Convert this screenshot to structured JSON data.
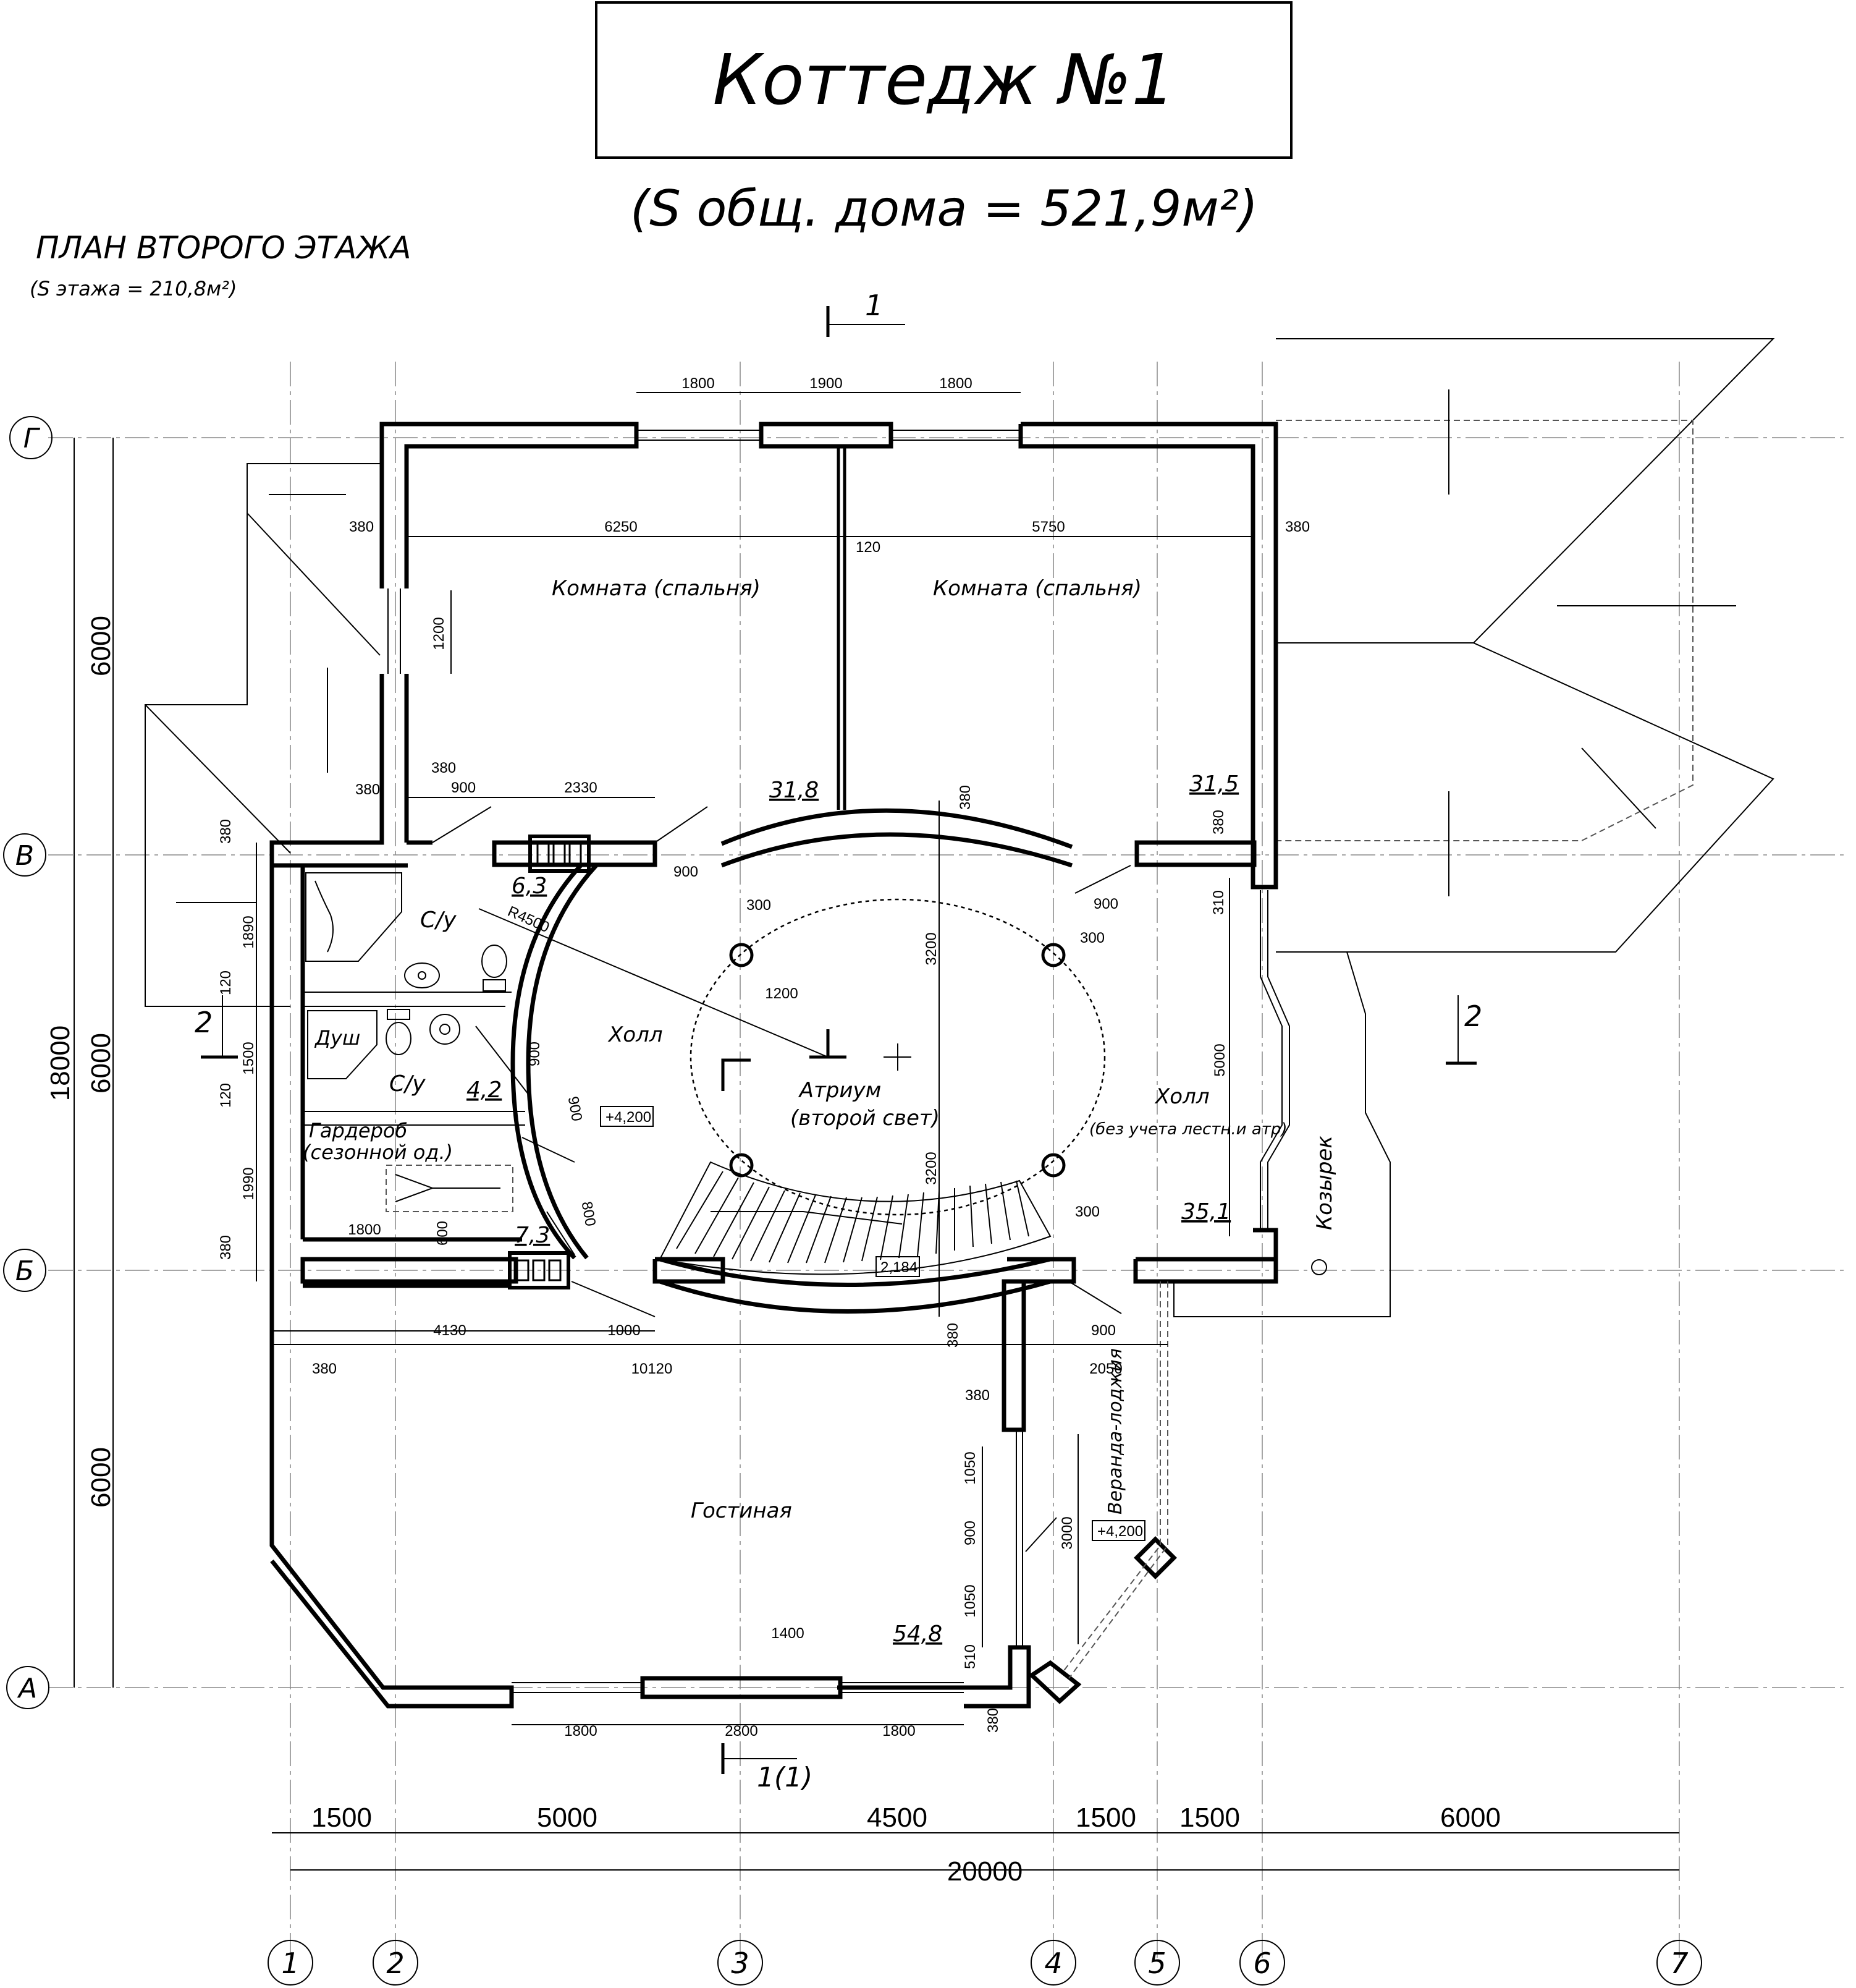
{
  "title": "Коттедж №1",
  "subtitle": "(S общ. дома = 521,9м²)",
  "plan_title": "ПЛАН ВТОРОГО ЭТАЖА",
  "floor_area": "(S этажа = 210,8м²)",
  "rooms": {
    "bedroom_left": "Комната (спальня)",
    "bedroom_right": "Комната (спальня)",
    "bath1": "С/у",
    "bath2": "С/у",
    "shower": "Душ",
    "wardrobe_line1": "Гардероб",
    "wardrobe_line2": "(сезонной од.)",
    "hall_left": "Холл",
    "atrium_line1": "Атриум",
    "atrium_line2": "(второй свет)",
    "hall_right_line1": "Холл",
    "hall_right_line2": "(без учета лестн.и атр)",
    "living": "Гостиная",
    "veranda": "Веранда-лоджия",
    "canopy": "Козырек"
  },
  "areas": {
    "bedroom_left": "31,8",
    "bedroom_right": "31,5",
    "bath1": "6,3",
    "bath2": "4,2",
    "wardrobe": "7,3",
    "hall_right": "35,1",
    "living": "54,8"
  },
  "levels": {
    "hall": "+4,200",
    "stair": "2,184",
    "veranda": "+4,200"
  },
  "section_marks": {
    "top": "1",
    "bottom": "1(1)",
    "left": "2",
    "right": "2"
  },
  "axes": {
    "rows": [
      "Г",
      "В",
      "Б",
      "А"
    ],
    "columns": [
      "1",
      "2",
      "3",
      "4",
      "5",
      "6",
      "7"
    ]
  },
  "bottom_dims": {
    "spans": [
      "1500",
      "5000",
      "4500",
      "1500",
      "1500",
      "6000"
    ],
    "total": "20000"
  },
  "left_dims": {
    "spans": [
      "6000",
      "6000",
      "6000"
    ],
    "total": "18000"
  },
  "inner_dims": {
    "top_window_left": "1800",
    "top_window_mid": "1900",
    "top_window_right": "1800",
    "bedroom_left_width": "6250",
    "bedroom_right_width": "5750",
    "partition": "120",
    "wall_left": "380",
    "wall_right": "380",
    "window_side": "1200",
    "door_left_wall": "380",
    "door_left_wall2": "380",
    "door_left": "900",
    "span_2330": "2330",
    "door_hall_top": "900",
    "offset_300_a": "300",
    "door_right_top": "900",
    "offset_300_b": "300",
    "wall_380_top": "380",
    "wall_380_right": "380",
    "offset_310": "310",
    "radius": "R4500",
    "atrium_offset": "1200",
    "atrium_half_top": "3200",
    "atrium_half_bottom": "3200",
    "hall_length": "5000",
    "door_900_a": "900",
    "door_900_b": "900",
    "door_800": "800",
    "v380_a": "380",
    "v1890": "1890",
    "v120_a": "120",
    "v1500": "1500",
    "v120_b": "120",
    "v1990": "1990",
    "v380_b": "380",
    "span_1800_ward": "1800",
    "span_600": "600",
    "stair_300": "300",
    "span_4130": "4130",
    "span_1000": "1000",
    "span_380_c": "380",
    "span_10120": "10120",
    "span_2050": "2050",
    "door_900_c": "900",
    "wall_380_d": "380",
    "wall_380_e": "380",
    "v1050_a": "1050",
    "v900": "900",
    "v1050_b": "1050",
    "v510": "510",
    "v3000": "3000",
    "win_1400": "1400",
    "b1800_a": "1800",
    "b2800": "2800",
    "b1800_b": "1800",
    "b380": "380"
  }
}
